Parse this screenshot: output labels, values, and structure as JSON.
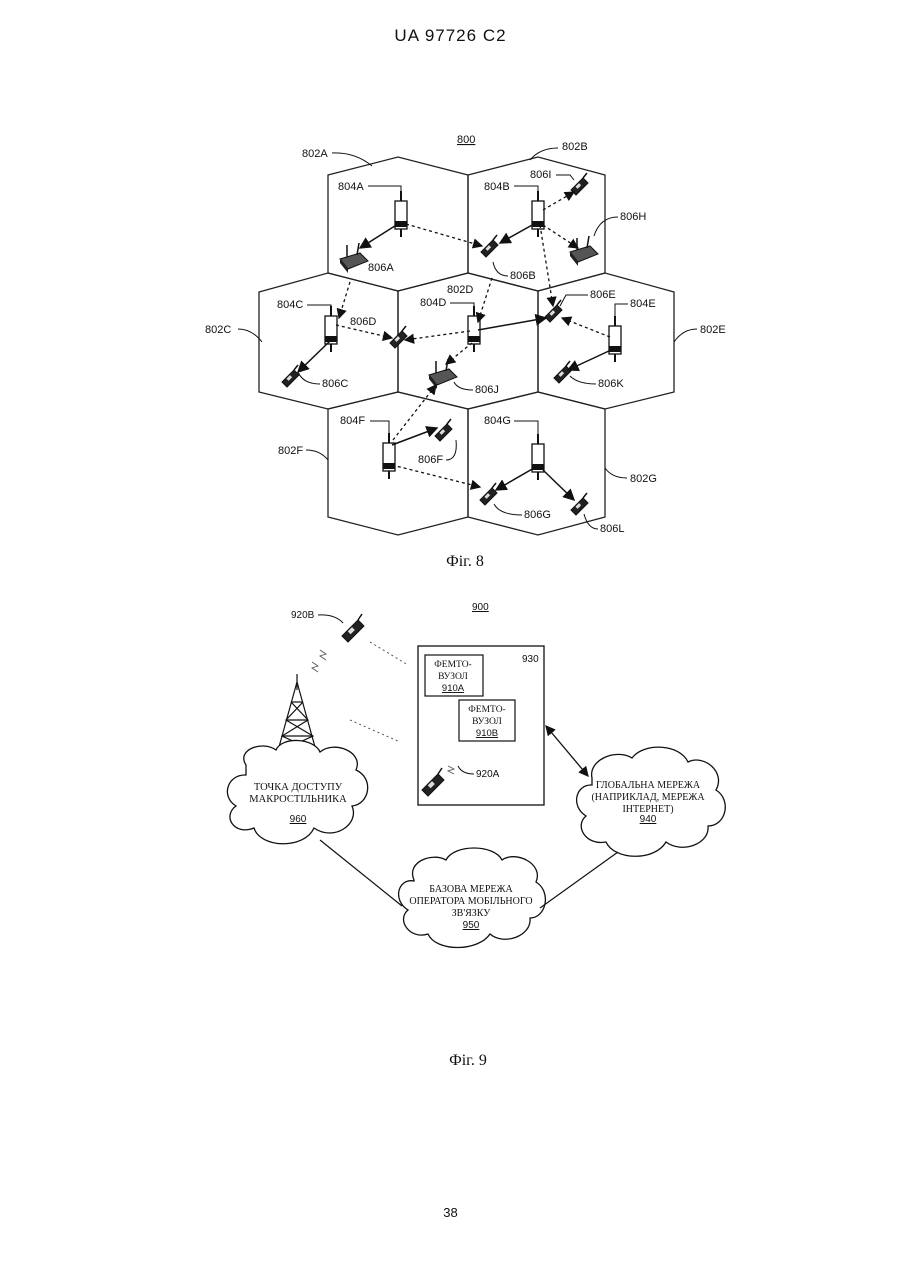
{
  "header": {
    "text": "UA   97726   C2"
  },
  "fig8": {
    "ref": "800",
    "cells": {
      "a": "802A",
      "b": "802B",
      "c": "802C",
      "d": "802D",
      "e": "802E",
      "f": "802F",
      "g": "802G"
    },
    "base_stations": {
      "a": "804A",
      "b": "804B",
      "c": "804C",
      "d": "804D",
      "e": "804E",
      "f": "804F",
      "g": "804G"
    },
    "terminals": {
      "a": "806A",
      "b": "806B",
      "c": "806C",
      "d": "806D",
      "e": "806E",
      "f": "806F",
      "g": "806G",
      "h": "806H",
      "i": "806I",
      "j": "806J",
      "k": "806K",
      "l": "806L"
    },
    "caption": "Фіг. 8"
  },
  "fig9": {
    "ref": "900",
    "terminal_b": "920B",
    "terminal_a": "920A",
    "building": "930",
    "femto_a": {
      "line1": "ФЕМТО-",
      "line2": "ВУЗОЛ",
      "ref": "910A"
    },
    "femto_b": {
      "line1": "ФЕМТО-",
      "line2": "ВУЗОЛ",
      "ref": "910B"
    },
    "macro": {
      "line1": "ТОЧКА ДОСТУПУ",
      "line2": "МАКРОСТІЛЬНИКА",
      "ref": "960"
    },
    "global": {
      "line1": "ГЛОБАЛЬНА МЕРЕЖА",
      "line2": "(НАПРИКЛАД, МЕРЕЖА",
      "line3": "ІНТЕРНЕТ)",
      "ref": "940"
    },
    "core": {
      "line1": "БАЗОВА МЕРЕЖА",
      "line2": "ОПЕРАТОРА МОБІЛЬНОГО",
      "line3": "ЗВ'ЯЗКУ",
      "ref": "950"
    },
    "caption": "Фіг. 9"
  },
  "page_number": "38"
}
